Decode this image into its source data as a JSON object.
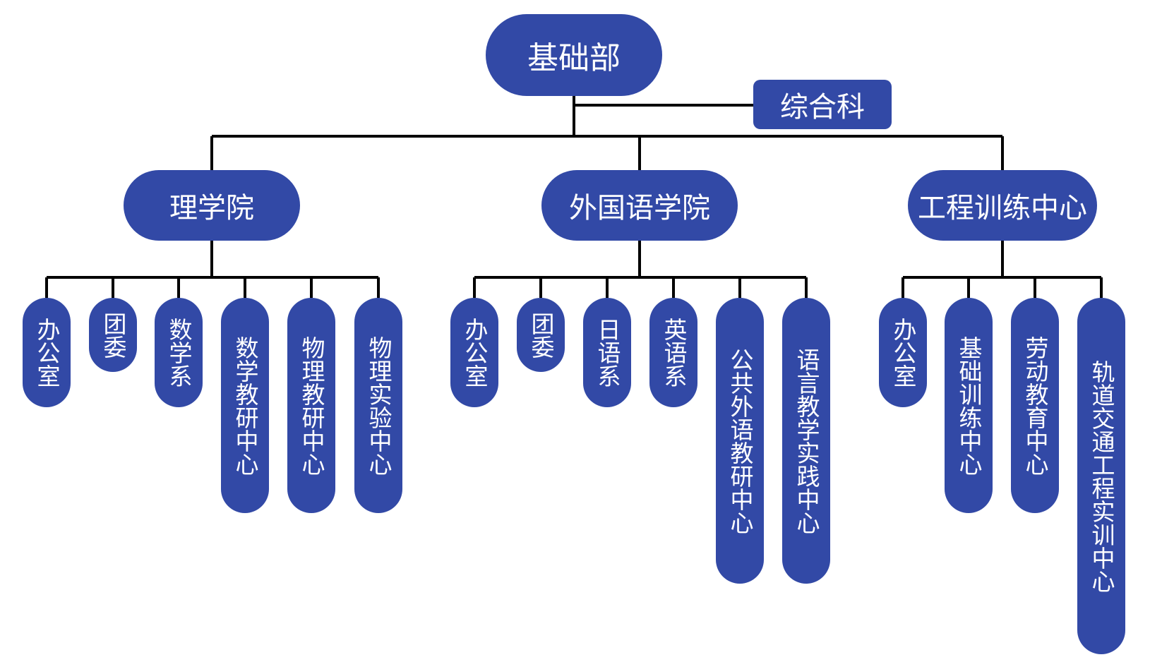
{
  "root": {
    "label": "基础部"
  },
  "side": {
    "label": "综合科"
  },
  "branches": [
    {
      "label": "理学院",
      "children": [
        "办公室",
        "团委",
        "数学系",
        "数学教研中心",
        "物理教研中心",
        "物理实验中心"
      ]
    },
    {
      "label": "外国语学院",
      "children": [
        "办公室",
        "团委",
        "日语系",
        "英语系",
        "公共外语教研中心",
        "语言教学实践中心"
      ]
    },
    {
      "label": "工程训练中心",
      "children": [
        "办公室",
        "基础训练中心",
        "劳动教育中心",
        "轨道交通工程实训中心"
      ]
    }
  ],
  "colors": {
    "node_fill": "#3249a6",
    "node_text": "#ffffff",
    "line": "#000000"
  }
}
